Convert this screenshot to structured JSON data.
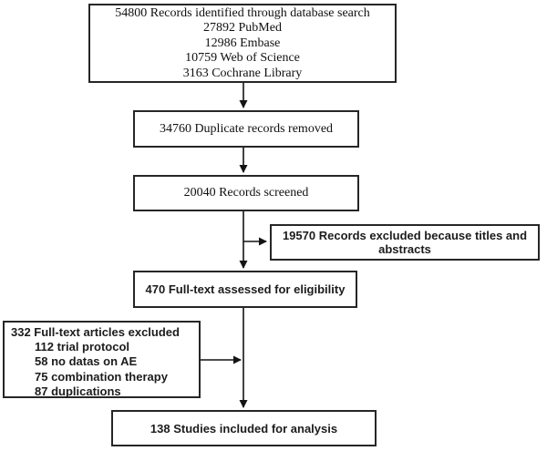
{
  "colors": {
    "background": "#ffffff",
    "line": "#141414",
    "border": "#262626",
    "text": "#101010"
  },
  "flowchart": {
    "boxes": {
      "identification": {
        "lines": [
          "54800 Records identified through database search",
          "27892 PubMed",
          "12986 Embase",
          "10759 Web of Science",
          "3163 Cochrane Library"
        ]
      },
      "duplicates_removed": {
        "label": "34760 Duplicate records removed"
      },
      "records_screened": {
        "label": "20040 Records screened"
      },
      "records_excluded": {
        "label": "19570 Records excluded because titles and abstracts"
      },
      "fulltext_assessed": {
        "label": "470 Full-text assessed for eligibility"
      },
      "fulltext_excluded": {
        "lines": [
          "332 Full-text articles excluded",
          "112 trial protocol",
          "58 no datas on AE",
          "75 combination therapy",
          "87 duplications"
        ]
      },
      "studies_included": {
        "label": "138 Studies included for analysis"
      }
    }
  }
}
